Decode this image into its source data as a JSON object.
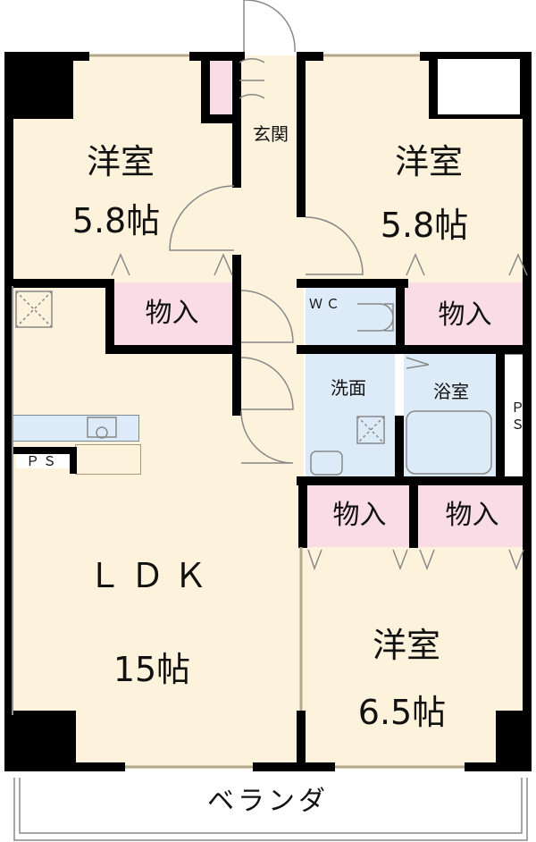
{
  "plan": {
    "rooms": [
      {
        "id": "bedroom-nw",
        "name": "洋室",
        "size": "5.8帖"
      },
      {
        "id": "bedroom-ne",
        "name": "洋室",
        "size": "5.8帖"
      },
      {
        "id": "ldk",
        "name": "ＬＤＫ",
        "size": "15帖"
      },
      {
        "id": "bedroom-se",
        "name": "洋室",
        "size": "6.5帖"
      }
    ],
    "closets": [
      "物入",
      "物入",
      "物入",
      "物入"
    ],
    "entrance": "玄関",
    "toilet": "ＷＣ",
    "washroom": "洗面",
    "bathroom": "浴室",
    "pipe_space_1": "ＰＳ",
    "pipe_space_2": "ＰＳ",
    "balcony": "ベランダ"
  },
  "colors": {
    "room": "#fdf3dc",
    "closet": "#f9dce6",
    "wet_area": "#dcebf7",
    "wall": "#000000"
  }
}
